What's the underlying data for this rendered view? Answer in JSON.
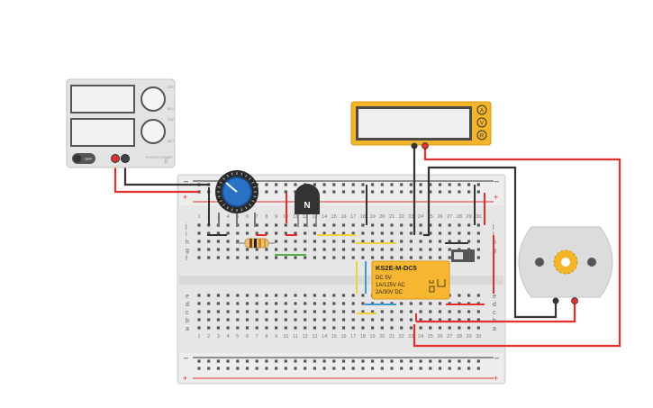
{
  "power_supply": {
    "off_label": "OFF",
    "brand_text": "PHYSICS\nPOWER",
    "ch1_labels": [
      "CH1",
      "ADJ"
    ],
    "ch2_labels": [
      "CH2",
      "ADJ"
    ]
  },
  "multimeter": {
    "mode_buttons": [
      "A",
      "V",
      "R"
    ]
  },
  "transistor": {
    "label": "N"
  },
  "relay": {
    "model": "KS2E-M-DC5",
    "lines": [
      "DC 5V",
      "1A/125V AC",
      "2A/30V DC"
    ]
  },
  "breadboard": {
    "rail_minus": "–",
    "rail_plus": "+",
    "row_letters_top": [
      "j",
      "i",
      "h",
      "g",
      "f"
    ],
    "row_letters_bottom": [
      "e",
      "d",
      "c",
      "b",
      "a"
    ],
    "column_count": 30
  },
  "colors": {
    "wire_red": "#e32f2f",
    "wire_black": "#333333",
    "wire_yellow": "#f2d23a",
    "wire_green": "#5ab04a",
    "wire_blue": "#3d9ad1",
    "meter_yellow": "#f4b529",
    "relay_orange": "#f7b731",
    "pot_blue": "#2c72c4",
    "motor_gear": "#f4b529"
  }
}
